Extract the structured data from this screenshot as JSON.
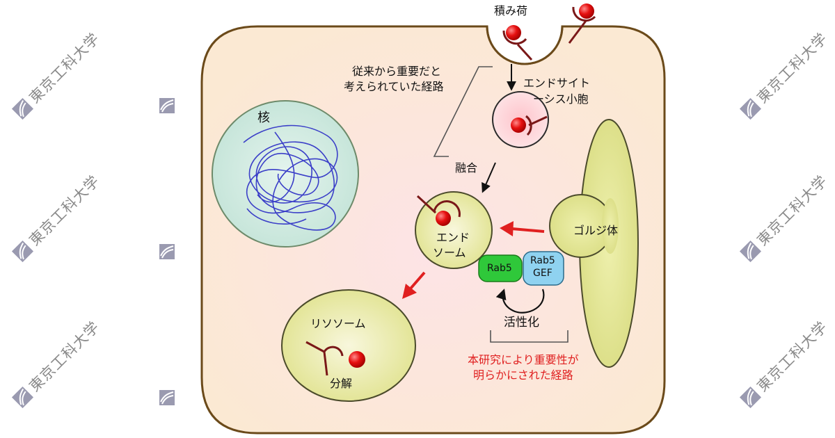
{
  "watermark": {
    "text": "東京工科大学"
  },
  "labels": {
    "cargo": "積み荷",
    "conventional_line1": "従来から重要だと",
    "conventional_line2": "考えられていた経路",
    "endocytic_line1": "エンドサイト",
    "endocytic_line2": "ーシス小胞",
    "nucleus": "核",
    "fusion": "融合",
    "endosome_line1": "エンド",
    "endosome_line2": "ソーム",
    "golgi": "ゴルジ体",
    "rab5": "Rab5",
    "rab5gef_line1": "Rab5",
    "rab5gef_line2": "GEF",
    "activation": "活性化",
    "lysosome": "リソソーム",
    "degradation": "分解",
    "this_study_line1": "本研究により重要性が",
    "this_study_line2": "明らかにされた経路"
  },
  "colors": {
    "cell_fill": "#fbe7d2",
    "cell_border": "#6b4a1a",
    "nucleus_fill": "#cdeae0",
    "dna_line": "#3b3fc8",
    "organelle_fill": "#e6e89a",
    "cargo_red": "#e01010",
    "receptor": "#7a1818",
    "rab5_fill": "#2fc83a",
    "gef_fill": "#8fd2f0",
    "highlight_arrow": "#e02020"
  }
}
